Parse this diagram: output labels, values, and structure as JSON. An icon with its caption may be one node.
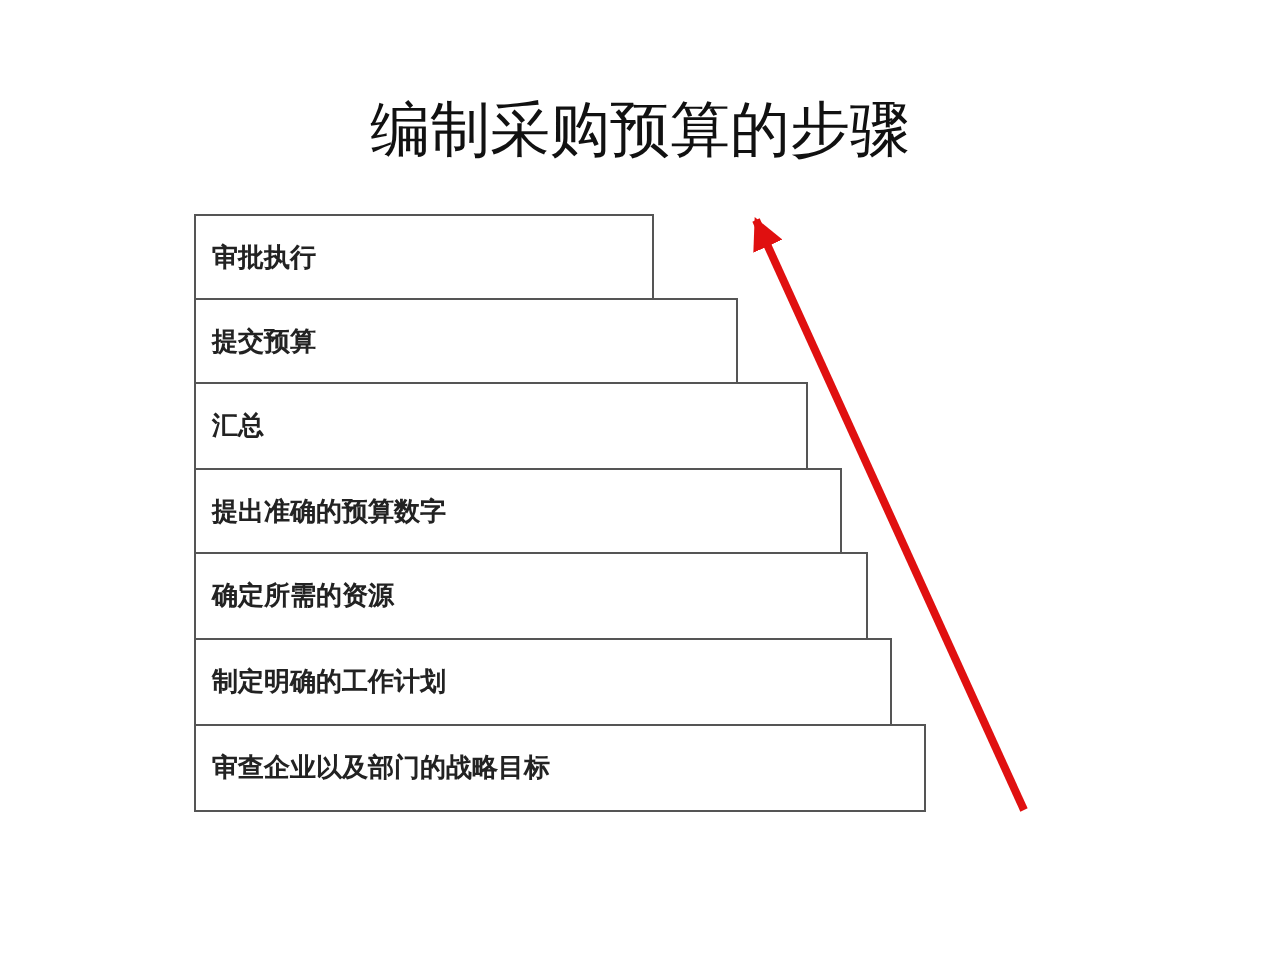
{
  "diagram": {
    "title": "编制采购预算的步骤",
    "nodes": [
      {
        "text": [
          "审批执行"
        ]
      },
      {
        "text": [
          "提交预算"
        ]
      },
      {
        "text": [
          "汇总"
        ]
      },
      {
        "text": [
          "提出准确的预算数字"
        ]
      },
      {
        "text": [
          "确定所需的资源"
        ]
      },
      {
        "text": [
          "制定明确的工作计划"
        ]
      },
      {
        "text": [
          "审查企业以及部门的战略目标"
        ]
      }
    ]
  }
}
